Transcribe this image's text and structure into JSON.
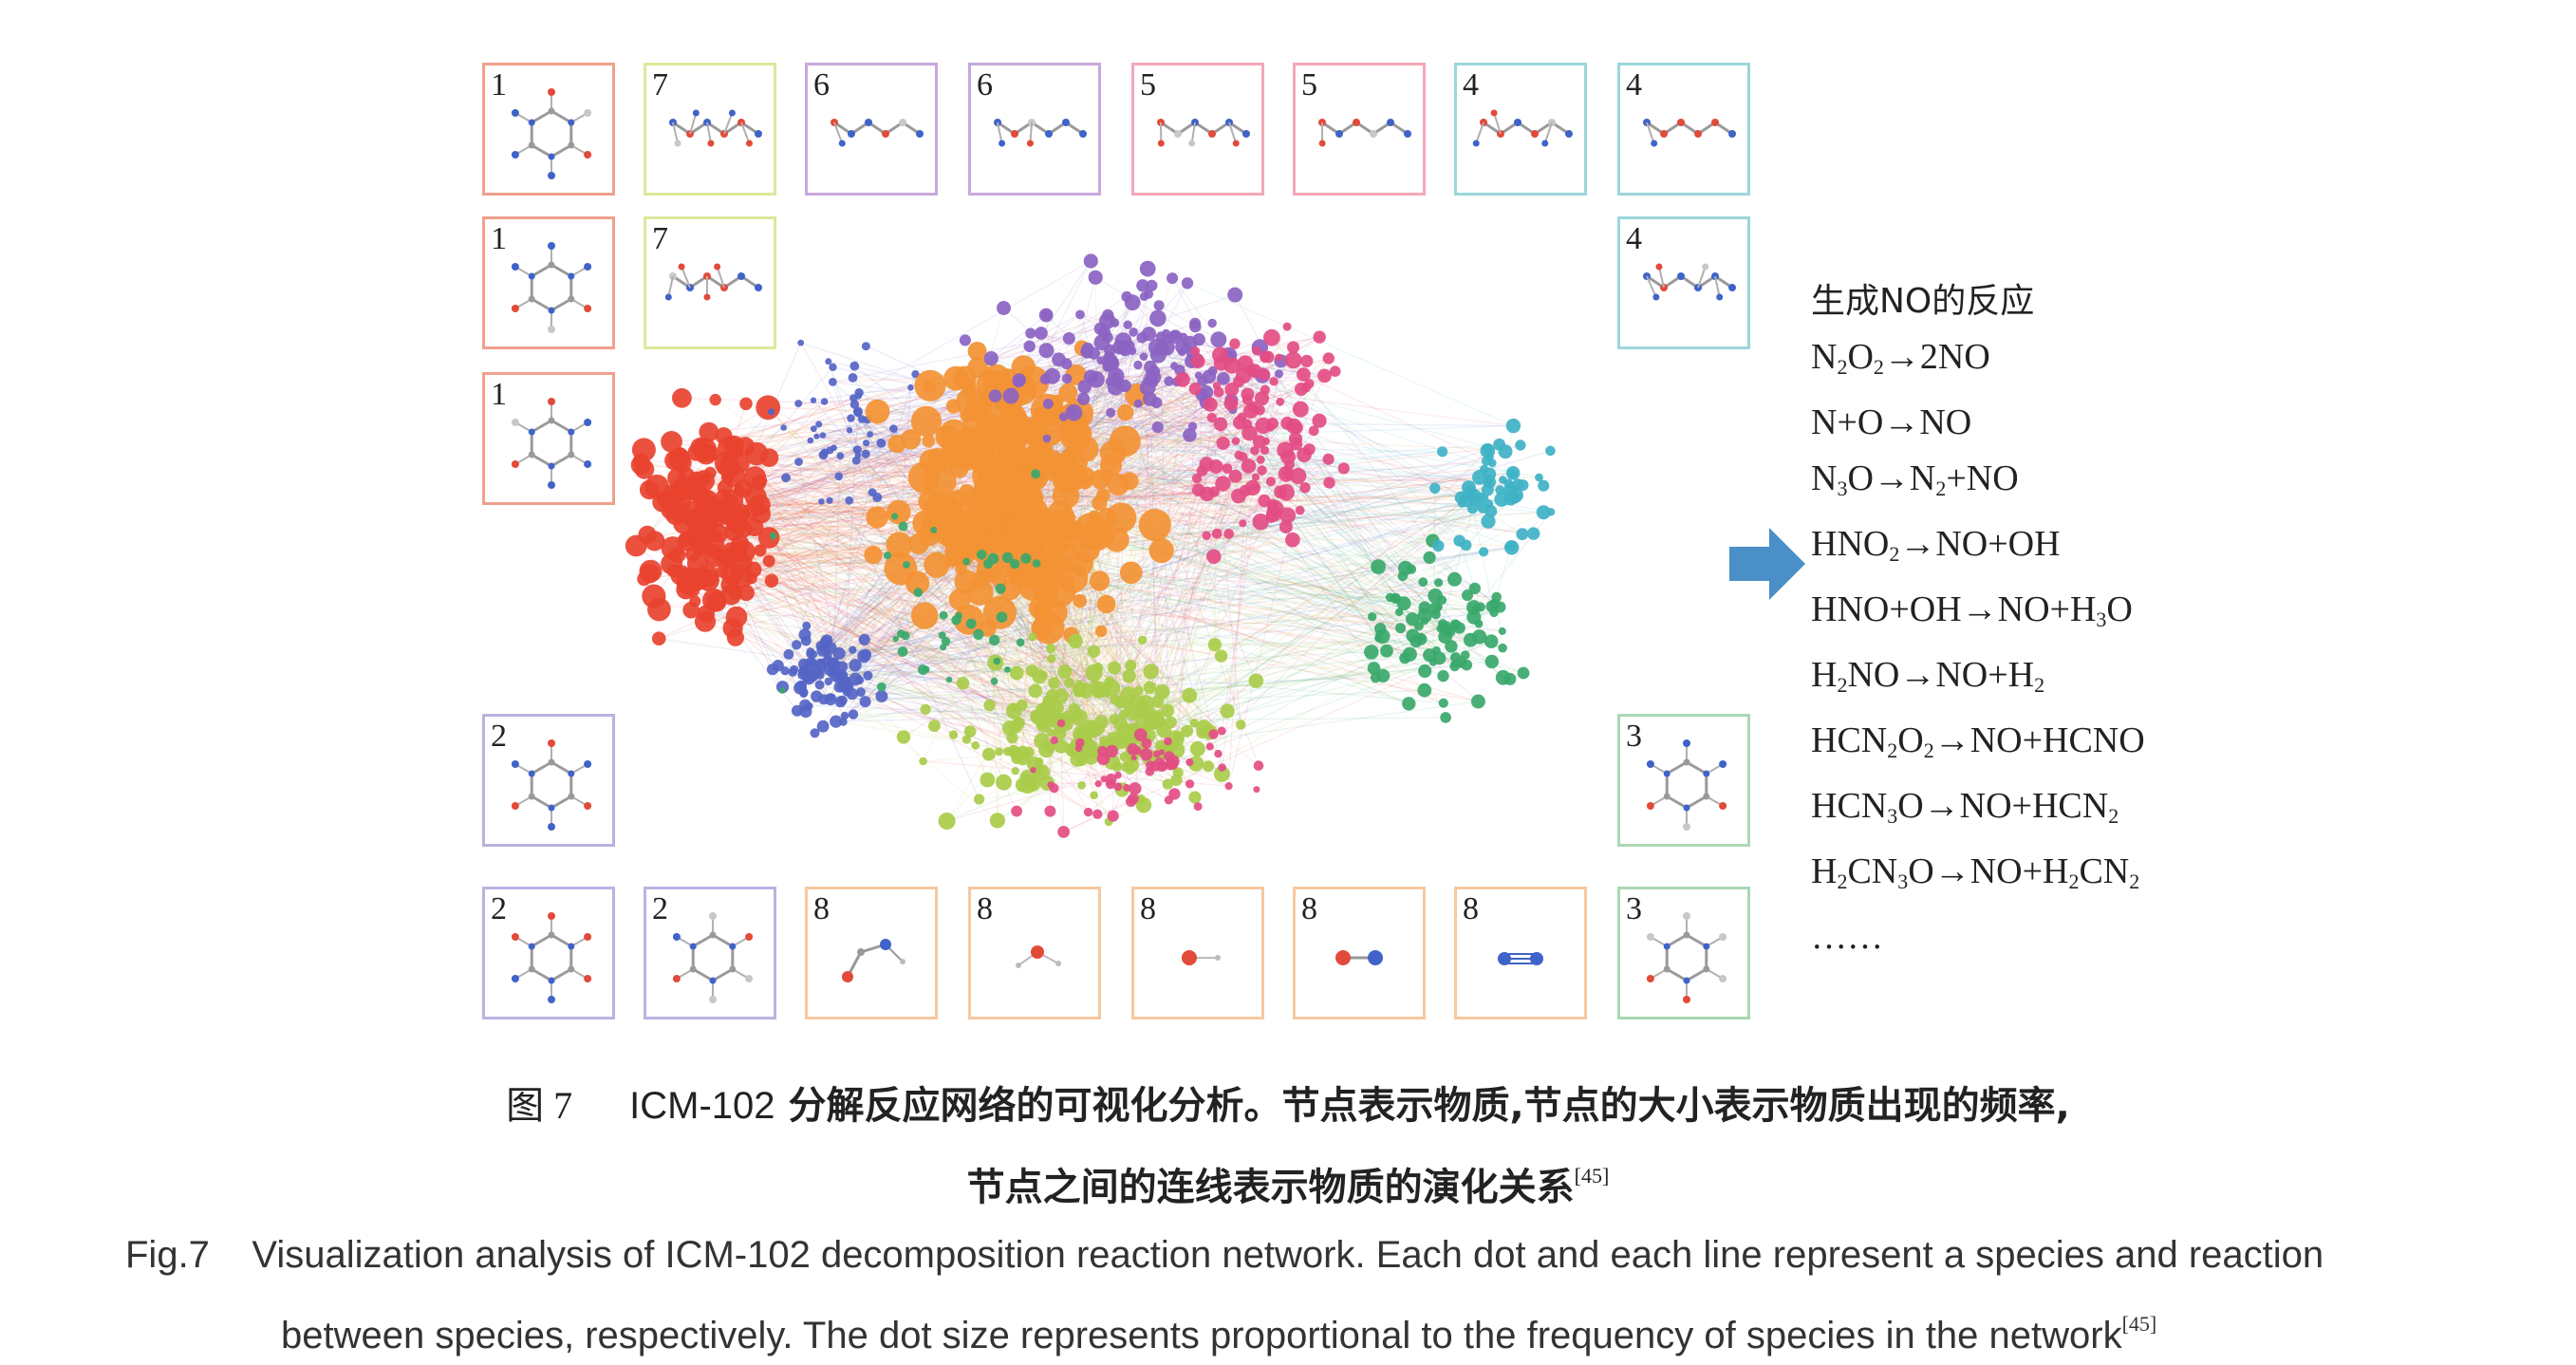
{
  "colors": {
    "red": "#e8432f",
    "orange": "#f39334",
    "purple": "#8b63c2",
    "blue": "#5565c6",
    "green": "#3aa86b",
    "cyan": "#3fb2c6",
    "lime": "#a9cc4a",
    "pink": "#e34d84",
    "arrow": "#4a8fc8"
  },
  "tiles": {
    "top": [
      {
        "label": "1",
        "color": "#f0a08c"
      },
      {
        "label": "7",
        "color": "#dde89a"
      },
      {
        "label": "6",
        "color": "#c8a8dc"
      },
      {
        "label": "6",
        "color": "#c8a8dc"
      },
      {
        "label": "5",
        "color": "#f4a8b8"
      },
      {
        "label": "5",
        "color": "#f4a8b8"
      },
      {
        "label": "4",
        "color": "#9cd6dc"
      },
      {
        "label": "4",
        "color": "#9cd6dc"
      }
    ],
    "left": [
      {
        "label": "1",
        "color": "#f0a08c"
      },
      {
        "label": "1",
        "color": "#f0a08c"
      },
      {
        "label": "2",
        "color": "#b8b4e0"
      }
    ],
    "mid": [
      {
        "label": "7",
        "color": "#dde89a"
      }
    ],
    "right": [
      {
        "label": "4",
        "color": "#9cd6dc"
      },
      {
        "label": "3",
        "color": "#a8d8b4"
      }
    ],
    "bottom": [
      {
        "label": "2",
        "color": "#b8b4e0"
      },
      {
        "label": "2",
        "color": "#b8b4e0"
      },
      {
        "label": "8",
        "color": "#f7c8a0"
      },
      {
        "label": "8",
        "color": "#f7c8a0"
      },
      {
        "label": "8",
        "color": "#f7c8a0"
      },
      {
        "label": "8",
        "color": "#f7c8a0"
      },
      {
        "label": "8",
        "color": "#f7c8a0"
      },
      {
        "label": "3",
        "color": "#a8d8b4"
      }
    ]
  },
  "reactions": {
    "title": "生成NO的反应",
    "items": [
      "N<sub>2</sub>O<sub>2</sub>→2NO",
      "N+O→NO",
      "N<sub>3</sub>O→N<sub>2</sub>+NO",
      "HNO<sub>2</sub>→NO+OH",
      "HNO+OH→NO+H<sub>3</sub>O",
      "H<sub>2</sub>NO→NO+H<sub>2</sub>",
      "HCN<sub>2</sub>O<sub>2</sub>→NO+HCNO",
      "HCN<sub>3</sub>O→NO+HCN<sub>2</sub>",
      "H<sub>2</sub>CN<sub>3</sub>O→NO+H<sub>2</sub>CN<sub>2</sub>",
      "……"
    ]
  },
  "caption": {
    "zh_fig": "图 7",
    "zh_icm": "ICM-102",
    "zh_line1": "分解反应网络的可视化分析。节点表示物质,节点的大小表示物质出现的频率,",
    "zh_line2": "节点之间的连线表示物质的演化关系",
    "ref": "[45]",
    "en_fig": "Fig.7",
    "en_line1": "Visualization analysis of ICM-102 decomposition reaction network. Each dot and each line represent a species and reaction",
    "en_line2": "between species, respectively. The dot size represents proportional to the frequency of species in the network"
  }
}
